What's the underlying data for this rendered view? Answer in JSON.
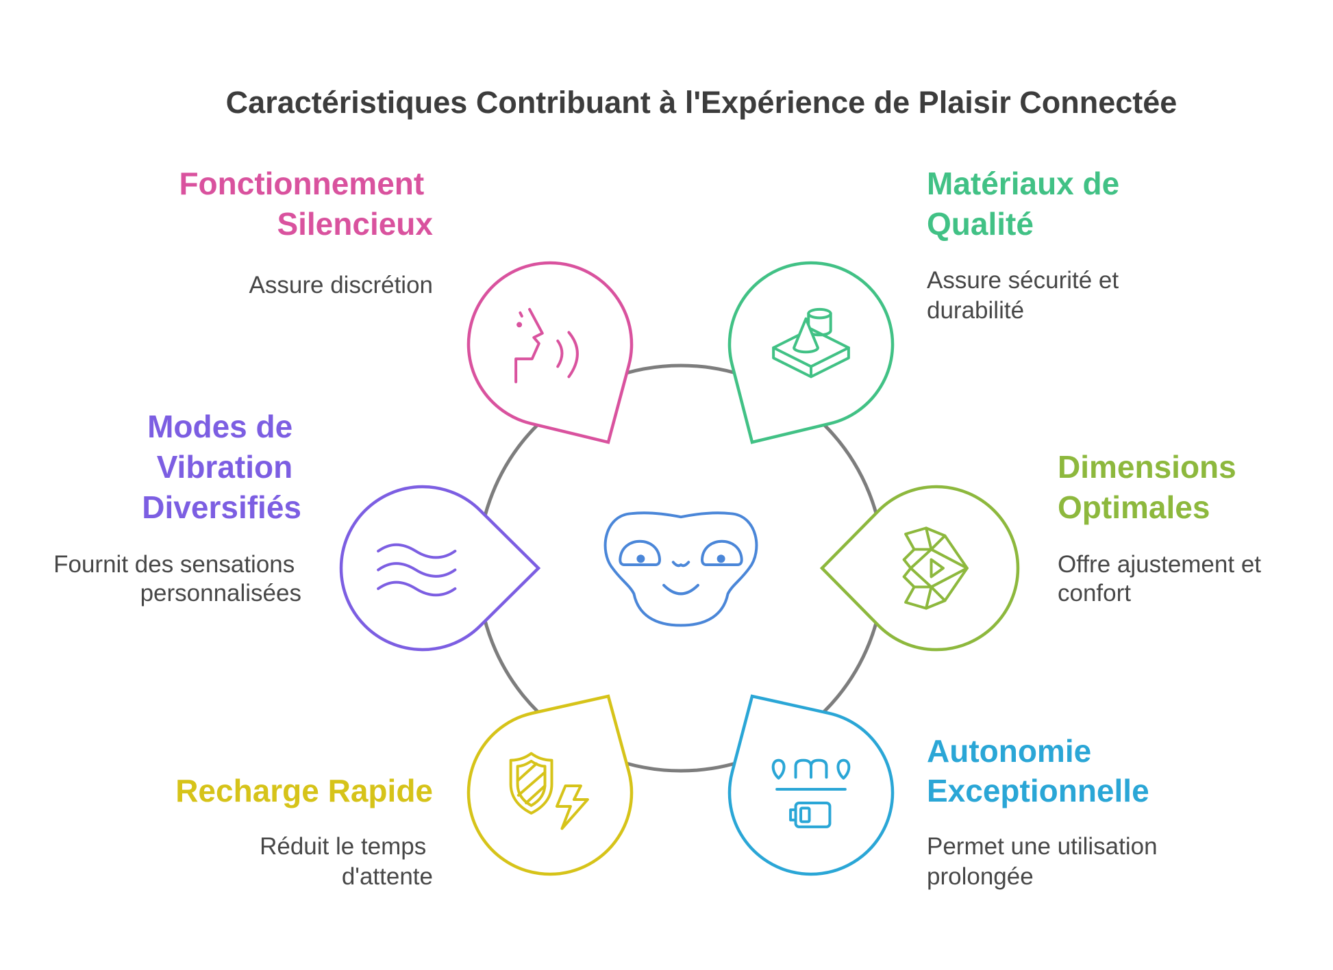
{
  "title": "Caractéristiques Contribuant à l'Expérience de Plaisir Connectée",
  "colors": {
    "title_text": "#3c3c3c",
    "description_text": "#474747",
    "ring": "#7d7d7d",
    "center_icon": "#4a86d8"
  },
  "center": {
    "icon": "monkey-face-icon"
  },
  "features": [
    {
      "title_lines": [
        "Fonctionnement",
        "Silencieux"
      ],
      "description_lines": [
        "Assure discrétion"
      ],
      "color": "#d9529e",
      "icon": "speaking-profile-icon"
    },
    {
      "title_lines": [
        "Matériaux de",
        "Qualité"
      ],
      "description_lines": [
        "Assure sécurité et",
        "durabilité"
      ],
      "color": "#41c185",
      "icon": "materials-block-icon"
    },
    {
      "title_lines": [
        "Dimensions",
        "Optimales"
      ],
      "description_lines": [
        "Offre ajustement et",
        "confort"
      ],
      "color": "#8db83d",
      "icon": "faceted-shape-icon"
    },
    {
      "title_lines": [
        "Autonomie",
        "Exceptionnelle"
      ],
      "description_lines": [
        "Permet une utilisation",
        "prolongée"
      ],
      "color": "#2aa6d6",
      "icon": "battery-duration-icon"
    },
    {
      "title_lines": [
        "Recharge Rapide"
      ],
      "description_lines": [
        "Réduit le temps",
        "d'attente"
      ],
      "color": "#d6c319",
      "icon": "shield-lightning-icon"
    },
    {
      "title_lines": [
        "Modes de",
        "Vibration",
        "Diversifiés"
      ],
      "description_lines": [
        "Fournit des sensations",
        "personnalisées"
      ],
      "color": "#7c5ee2",
      "icon": "waves-icon"
    }
  ]
}
